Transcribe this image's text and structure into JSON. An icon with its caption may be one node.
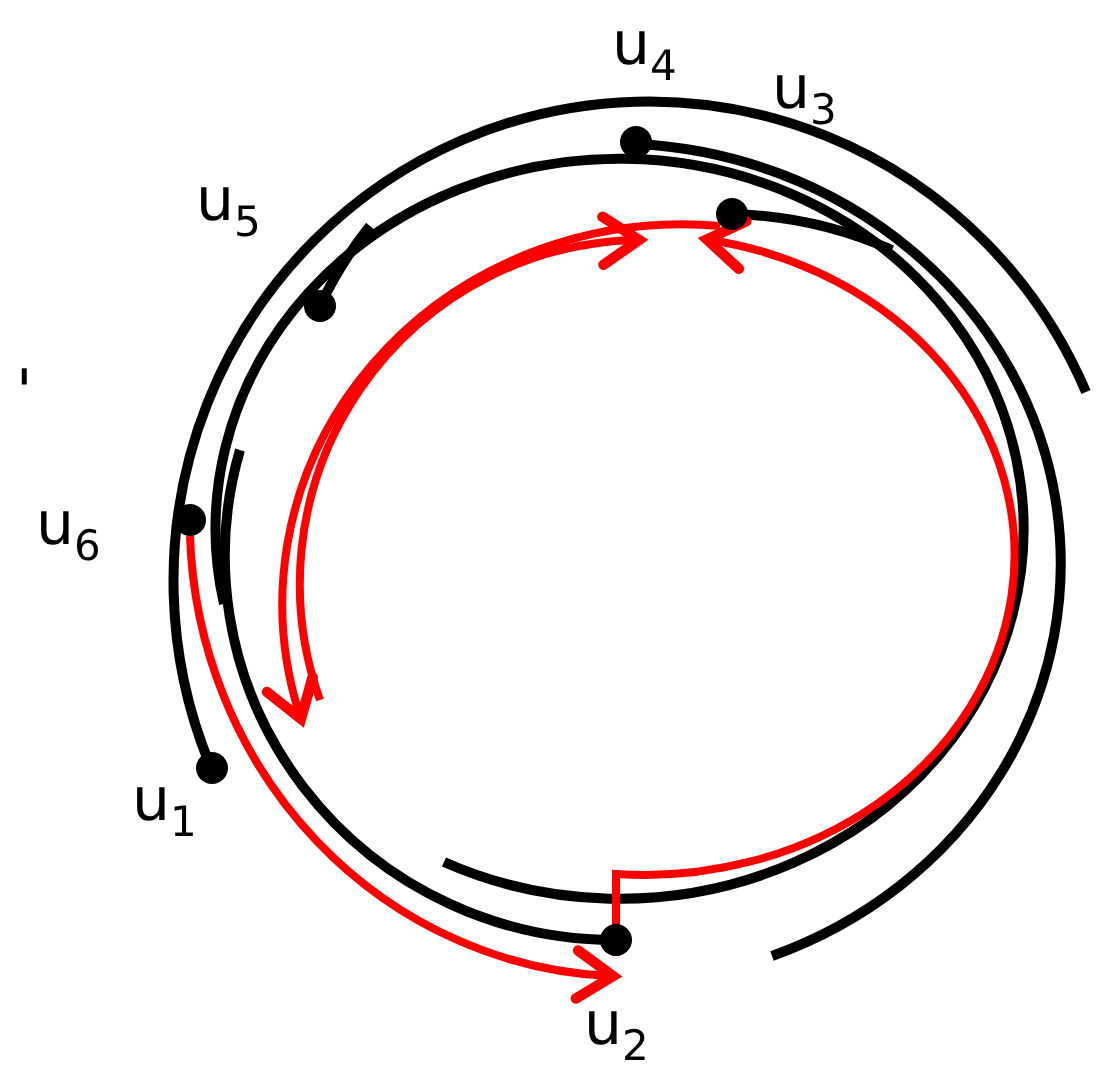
{
  "diagram": {
    "nodes": [
      {
        "text": [],
        "shape": "circle",
        "beside": [
          "u$_{4}$"
        ]
      },
      {
        "text": [],
        "shape": "circle",
        "beside": [
          "u$_{3}$"
        ]
      },
      {
        "text": [],
        "shape": "circle",
        "beside": [
          "u$_{5}$"
        ]
      },
      {
        "text": [],
        "shape": "circle",
        "beside": [
          "u$_{6}$"
        ]
      },
      {
        "text": [],
        "shape": "circle",
        "beside": [
          "u$_{1}$"
        ]
      },
      {
        "text": [],
        "shape": "circle",
        "beside": [
          "u$_{2}$"
        ]
      }
    ],
    "edges": [
      {
        "from": 3,
        "to": 5,
        "arrow": "to"
      },
      {
        "from": 5,
        "to": 1,
        "arrow": "to"
      },
      {
        "from": 1,
        "to": null,
        "arrow": "to"
      }
    ],
    "labels": [
      "'"
    ]
  }
}
